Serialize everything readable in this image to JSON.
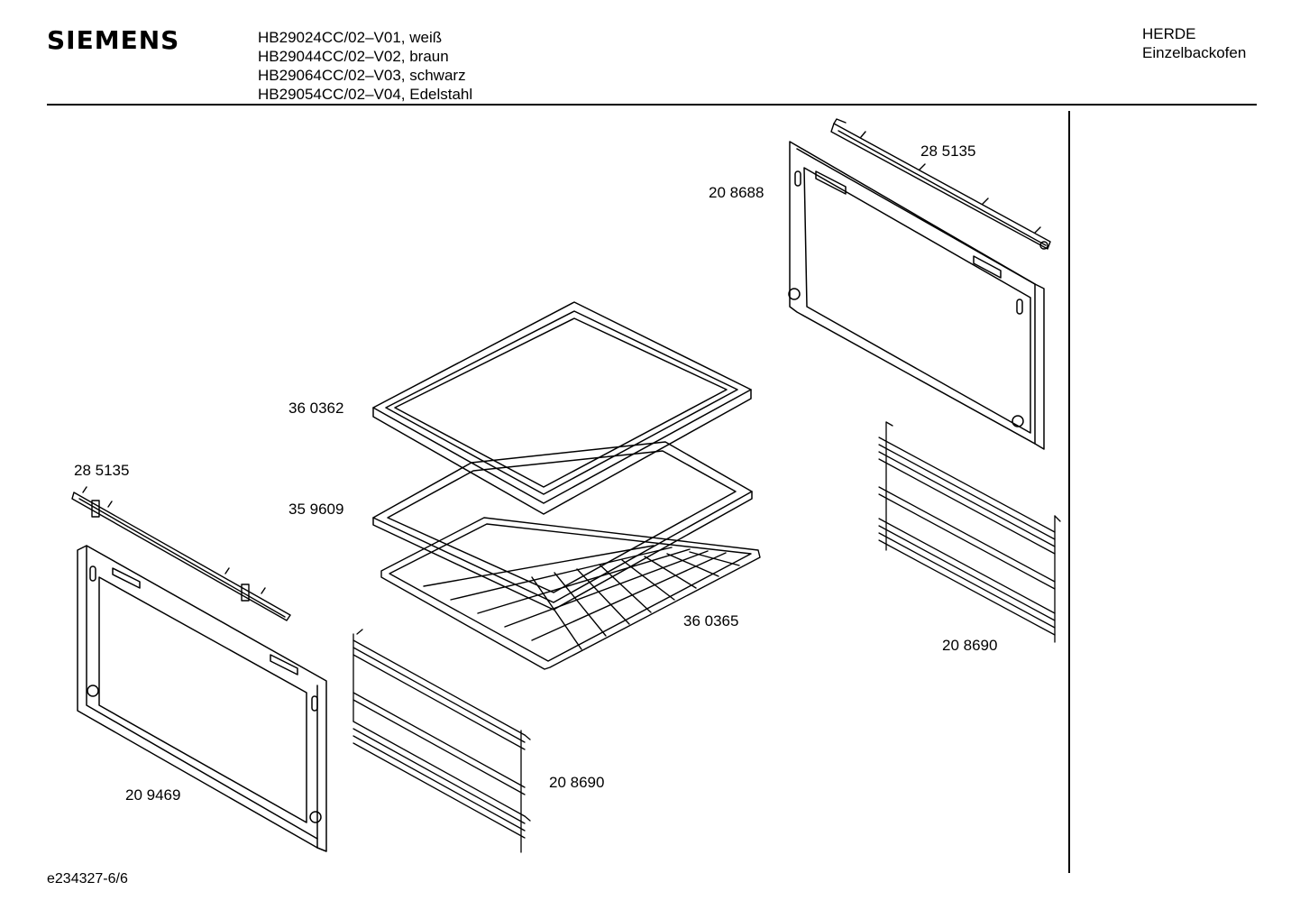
{
  "header": {
    "brand": "SIEMENS",
    "models": [
      "HB29024CC/02–V01, weiß",
      "HB29044CC/02–V02, braun",
      "HB29064CC/02–V03, schwarz",
      "HB29054CC/02–V04, Edelstahl"
    ],
    "category": "HERDE",
    "subcategory": "Einzelbackofen"
  },
  "parts": {
    "rail_top_right": "28 5135",
    "frame_right": "20 8688",
    "tray_upper": "36 0362",
    "rail_left": "28 5135",
    "tray_lower": "35 9609",
    "grid_shelf": "36 0365",
    "rack_right": "20 8690",
    "frame_left": "20 9469",
    "rack_left": "20 8690"
  },
  "footer": {
    "code": "e234327-6/6"
  }
}
